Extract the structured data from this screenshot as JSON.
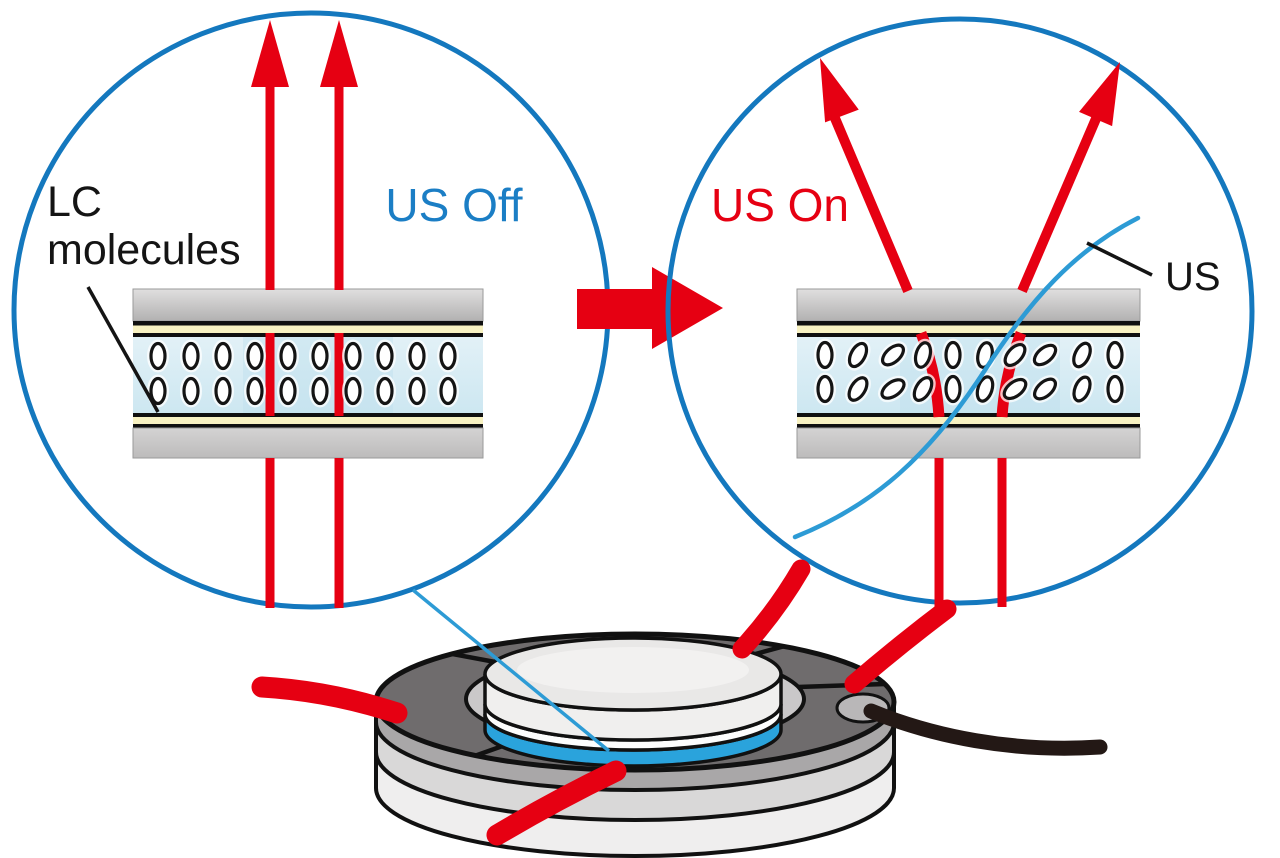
{
  "figure": {
    "description_labels": {
      "lc_line1": "LC",
      "lc_line2": "molecules",
      "state_off": "US Off",
      "state_on": "US On",
      "us_wave": "US"
    },
    "left_panel": {
      "state_label": "US Off",
      "lc_label_line1": "LC",
      "lc_label_line2": "molecules",
      "beam_x": [
        270,
        339
      ],
      "molecule_columns_x": [
        158,
        191,
        223,
        255,
        288,
        320,
        353,
        385,
        417,
        448
      ],
      "molecule_rows_y": [
        356,
        391
      ],
      "molecule_rotations": [
        [
          0,
          0,
          0,
          0,
          0,
          0,
          0,
          0,
          0,
          0
        ],
        [
          0,
          0,
          0,
          0,
          0,
          0,
          0,
          0,
          0,
          0
        ]
      ]
    },
    "right_panel": {
      "state_label": "US On",
      "us_wave_label": "US",
      "beam_x": [
        939,
        1002
      ],
      "molecule_columns_x": [
        825,
        858,
        893,
        923,
        953,
        985,
        1015,
        1045,
        1082,
        1115
      ],
      "molecule_rows_y": [
        355,
        389
      ],
      "molecule_rotations": [
        [
          0,
          28,
          48,
          15,
          0,
          12,
          42,
          50,
          25,
          0
        ],
        [
          0,
          32,
          55,
          30,
          0,
          18,
          52,
          48,
          22,
          0
        ]
      ]
    },
    "device": {
      "wire_colors": [
        "red",
        "red",
        "red",
        "red",
        "black"
      ],
      "lc_cell_layer_color": "#2aa3dc",
      "ring_color": "#6f6c6d"
    },
    "colors": {
      "circle-blue": "#1478be",
      "label-blue": "#1b7ec5",
      "red": "#e60012",
      "wave-blue": "#2d9bd5",
      "device-ring-gray": "#6f6c6d",
      "device-blue-layer": "#2aa3dc",
      "electrode-yellow": "#f8f2c2"
    }
  }
}
